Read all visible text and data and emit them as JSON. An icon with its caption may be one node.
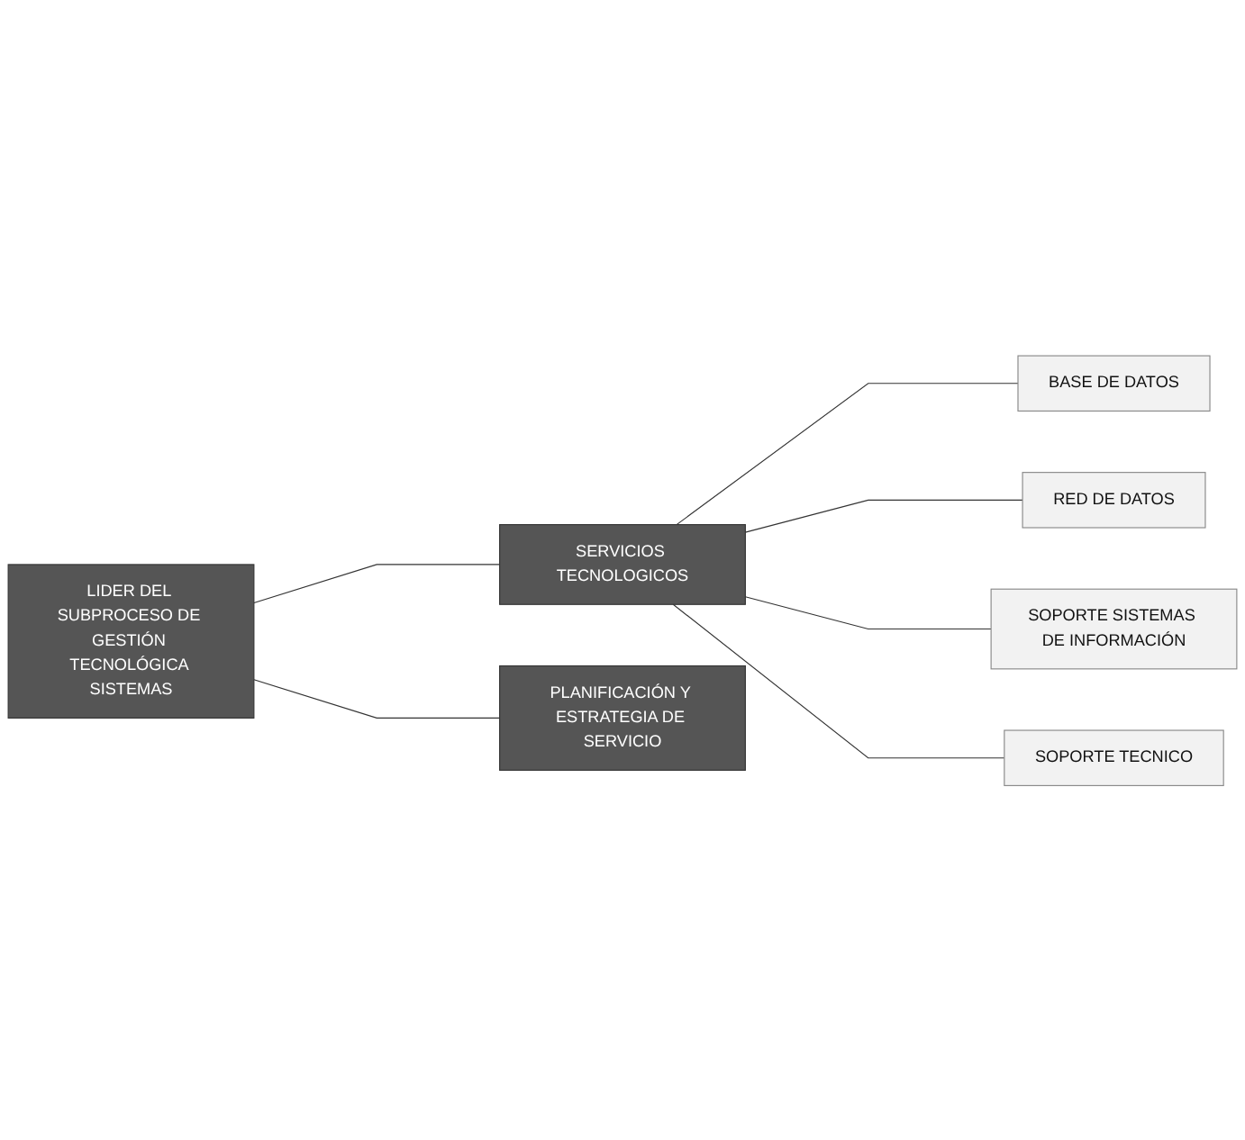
{
  "diagram": {
    "nodes": [
      {
        "text": [
          "LIDER DEL SUBPROCESO DE GESTIÓN TECNOLÓGICA SISTEMAS"
        ]
      },
      {
        "text": [
          "SERVICIOS TECNOLOGICOS"
        ]
      },
      {
        "text": [
          "PLANIFICACIÓN Y ESTRATEGIA DE SERVICIO"
        ]
      },
      {
        "text": [
          "BASE DE DATOS"
        ]
      },
      {
        "text": [
          "RED DE DATOS"
        ]
      },
      {
        "text": [
          "SOPORTE SISTEMAS DE INFORMACIÓN"
        ]
      },
      {
        "text": [
          "SOPORTE TECNICO"
        ]
      }
    ],
    "edges": [
      {
        "from": 0,
        "to": 1,
        "arrow": "none"
      },
      {
        "from": 0,
        "to": 2,
        "arrow": "none"
      },
      {
        "from": 1,
        "to": 3,
        "arrow": "none"
      },
      {
        "from": 1,
        "to": 4,
        "arrow": "none"
      },
      {
        "from": 1,
        "to": 5,
        "arrow": "none"
      },
      {
        "from": 1,
        "to": 6,
        "arrow": "none"
      }
    ]
  }
}
